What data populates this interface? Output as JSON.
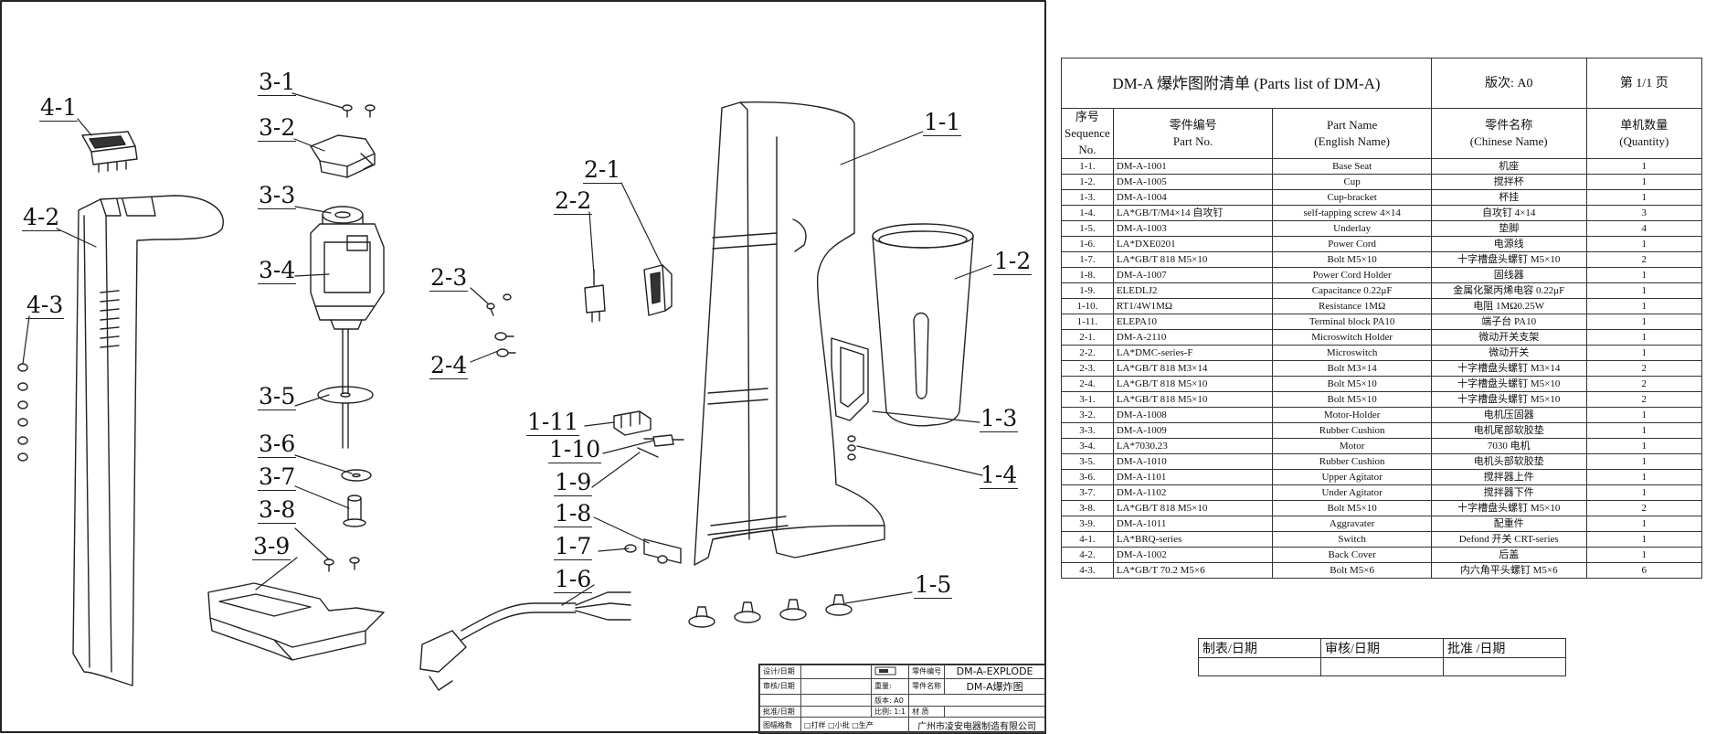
{
  "drawing": {
    "callouts": [
      {
        "id": "4-1",
        "label": "4-1"
      },
      {
        "id": "4-2",
        "label": "4-2"
      },
      {
        "id": "4-3",
        "label": "4-3"
      },
      {
        "id": "3-1",
        "label": "3-1"
      },
      {
        "id": "3-2",
        "label": "3-2"
      },
      {
        "id": "3-3",
        "label": "3-3"
      },
      {
        "id": "3-4",
        "label": "3-4"
      },
      {
        "id": "3-5",
        "label": "3-5"
      },
      {
        "id": "3-6",
        "label": "3-6"
      },
      {
        "id": "3-7",
        "label": "3-7"
      },
      {
        "id": "3-8",
        "label": "3-8"
      },
      {
        "id": "3-9",
        "label": "3-9"
      },
      {
        "id": "2-1",
        "label": "2-1"
      },
      {
        "id": "2-2",
        "label": "2-2"
      },
      {
        "id": "2-3",
        "label": "2-3"
      },
      {
        "id": "2-4",
        "label": "2-4"
      },
      {
        "id": "1-1",
        "label": "1-1"
      },
      {
        "id": "1-2",
        "label": "1-2"
      },
      {
        "id": "1-3",
        "label": "1-3"
      },
      {
        "id": "1-4",
        "label": "1-4"
      },
      {
        "id": "1-5",
        "label": "1-5"
      },
      {
        "id": "1-6",
        "label": "1-6"
      },
      {
        "id": "1-7",
        "label": "1-7"
      },
      {
        "id": "1-8",
        "label": "1-8"
      },
      {
        "id": "1-9",
        "label": "1-9"
      },
      {
        "id": "1-10",
        "label": "1-10"
      },
      {
        "id": "1-11",
        "label": "1-11"
      }
    ],
    "title_block": {
      "designer": "设计/日期",
      "checker": "审核/日期",
      "approver": "批准/日期",
      "template": "图幅格数",
      "part_no_label": "零件编号",
      "part_no": "DM-A-EXPLODE",
      "material_label": "零件名称",
      "part_name": "DM-A爆炸图",
      "version": "版本: A0",
      "scale": "比例: 1:1",
      "material": "材 质",
      "weight": "重量:",
      "company": "广州市凌安电器制造有限公司",
      "checkboxes": [
        "打样",
        "小批",
        "生产"
      ]
    }
  },
  "parts_list": {
    "title": "DM-A 爆炸图附清单 (Parts list of DM-A)",
    "version": "版次: A0",
    "page": "第 1/1 页",
    "headers": {
      "seq": [
        "序号",
        "Sequence",
        "No."
      ],
      "part_no": [
        "零件编号",
        "Part No."
      ],
      "name_en": [
        "Part Name",
        "(English Name)"
      ],
      "name_cn": [
        "零件名称",
        "(Chinese Name)"
      ],
      "qty": [
        "单机数量",
        "(Quantity)"
      ]
    },
    "rows": [
      {
        "seq": "1-1.",
        "part_no": "DM-A-1001",
        "name_en": "Base Seat",
        "name_cn": "机座",
        "qty": "1"
      },
      {
        "seq": "1-2.",
        "part_no": "DM-A-1005",
        "name_en": "Cup",
        "name_cn": "搅拌杯",
        "qty": "1"
      },
      {
        "seq": "1-3.",
        "part_no": "DM-A-1004",
        "name_en": "Cup-bracket",
        "name_cn": "杯挂",
        "qty": "1"
      },
      {
        "seq": "1-4.",
        "part_no": "LA*GB/T/M4×14 自攻钉",
        "name_en": "self-tapping screw 4×14",
        "name_cn": "自攻钉 4×14",
        "qty": "3"
      },
      {
        "seq": "1-5.",
        "part_no": "DM-A-1003",
        "name_en": "Underlay",
        "name_cn": "垫脚",
        "qty": "4"
      },
      {
        "seq": "1-6.",
        "part_no": "LA*DXE0201",
        "name_en": "Power Cord",
        "name_cn": "电源线",
        "qty": "1"
      },
      {
        "seq": "1-7.",
        "part_no": "LA*GB/T 818 M5×10",
        "name_en": "Bolt M5×10",
        "name_cn": "十字槽盘头螺钉 M5×10",
        "qty": "2"
      },
      {
        "seq": "1-8.",
        "part_no": "DM-A-1007",
        "name_en": "Power Cord Holder",
        "name_cn": "固线器",
        "qty": "1"
      },
      {
        "seq": "1-9.",
        "part_no": "ELEDLJ2",
        "name_en": "Capacitance 0.22μF",
        "name_cn": "金属化聚丙烯电容 0.22μF",
        "qty": "1"
      },
      {
        "seq": "1-10.",
        "part_no": "RT1/4W1MΩ",
        "name_en": "Resistance 1MΩ",
        "name_cn": "电阻 1MΩ0.25W",
        "qty": "1"
      },
      {
        "seq": "1-11.",
        "part_no": "ELEPA10",
        "name_en": "Terminal block PA10",
        "name_cn": "端子台 PA10",
        "qty": "1"
      },
      {
        "seq": "2-1.",
        "part_no": "DM-A-2110",
        "name_en": "Microswitch Holder",
        "name_cn": "微动开关支架",
        "qty": "1"
      },
      {
        "seq": "2-2.",
        "part_no": "LA*DMC-series-F",
        "name_en": "Microswitch",
        "name_cn": "微动开关",
        "qty": "1"
      },
      {
        "seq": "2-3.",
        "part_no": "LA*GB/T 818 M3×14",
        "name_en": "Bolt M3×14",
        "name_cn": "十字槽盘头螺钉 M3×14",
        "qty": "2"
      },
      {
        "seq": "2-4.",
        "part_no": "LA*GB/T 818 M5×10",
        "name_en": "Bolt M5×10",
        "name_cn": "十字槽盘头螺钉 M5×10",
        "qty": "2"
      },
      {
        "seq": "3-1.",
        "part_no": "LA*GB/T 818 M5×10",
        "name_en": "Bolt M5×10",
        "name_cn": "十字槽盘头螺钉 M5×10",
        "qty": "2"
      },
      {
        "seq": "3-2.",
        "part_no": "DM-A-1008",
        "name_en": "Motor-Holder",
        "name_cn": "电机压固器",
        "qty": "1"
      },
      {
        "seq": "3-3.",
        "part_no": "DM-A-1009",
        "name_en": "Rubber Cushion",
        "name_cn": "电机尾部软胶垫",
        "qty": "1"
      },
      {
        "seq": "3-4.",
        "part_no": "LA*7030.23",
        "name_en": "Motor",
        "name_cn": "7030 电机",
        "qty": "1"
      },
      {
        "seq": "3-5.",
        "part_no": "DM-A-1010",
        "name_en": "Rubber Cushion",
        "name_cn": "电机头部软胶垫",
        "qty": "1"
      },
      {
        "seq": "3-6.",
        "part_no": "DM-A-1101",
        "name_en": "Upper Agitator",
        "name_cn": "搅拌器上件",
        "qty": "1"
      },
      {
        "seq": "3-7.",
        "part_no": "DM-A-1102",
        "name_en": "Under Agitator",
        "name_cn": "搅拌器下件",
        "qty": "1"
      },
      {
        "seq": "3-8.",
        "part_no": "LA*GB/T 818 M5×10",
        "name_en": "Bolt M5×10",
        "name_cn": "十字槽盘头螺钉 M5×10",
        "qty": "2"
      },
      {
        "seq": "3-9.",
        "part_no": "DM-A-1011",
        "name_en": "Aggravater",
        "name_cn": "配重件",
        "qty": "1"
      },
      {
        "seq": "4-1.",
        "part_no": "LA*BRQ-series",
        "name_en": "Switch",
        "name_cn": "Defond 开关 CRT-series",
        "qty": "1"
      },
      {
        "seq": "4-2.",
        "part_no": "DM-A-1002",
        "name_en": "Back Cover",
        "name_cn": "后盖",
        "qty": "1"
      },
      {
        "seq": "4-3.",
        "part_no": "LA*GB/T 70.2 M5×6",
        "name_en": "Bolt M5×6",
        "name_cn": "内六角平头螺钉 M5×6",
        "qty": "6"
      }
    ]
  },
  "signatures": {
    "labels": [
      "制表/日期",
      "审核/日期",
      "批准 /日期"
    ]
  }
}
